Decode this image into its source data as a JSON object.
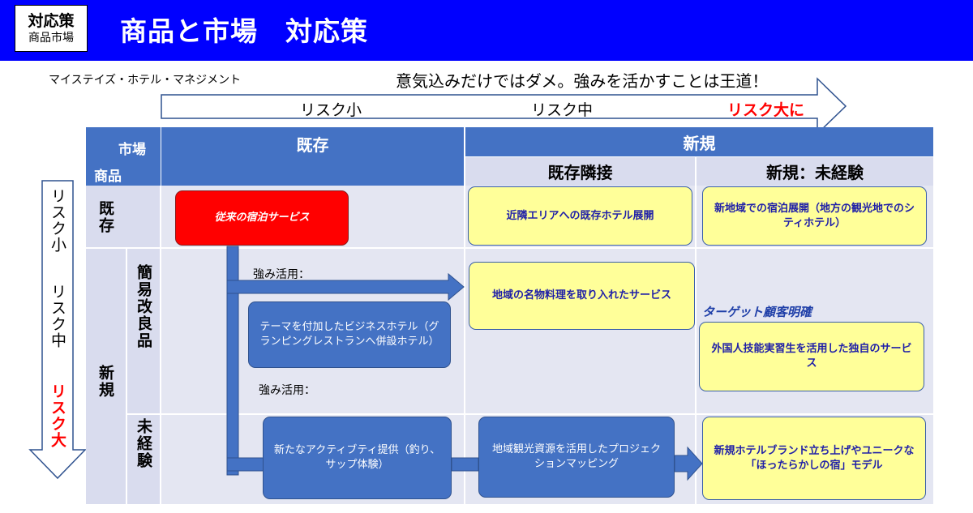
{
  "header": {
    "badge_line1": "対応策",
    "badge_line2": "商品市場",
    "title": "商品と市場　対応策"
  },
  "company": "マイステイズ・ホテル・マネジメント",
  "slogan": "意気込みだけではダメ。強みを活かすことは王道！",
  "risk_axis": {
    "low": "リスク小",
    "mid": "リスク中",
    "high": "リスク大に"
  },
  "vertical_axis": {
    "low": "リスク小",
    "mid": "リスク中",
    "high": "リスク大"
  },
  "table": {
    "corner_market": "市場",
    "corner_product": "商品",
    "col_existing": "既存",
    "col_new": "新規",
    "sub_adjacent": "既存隣接",
    "sub_new_unexp": "新規：未経験",
    "row_existing": "既存",
    "row_new": "新規",
    "row_simple": "簡易改良品",
    "row_unexp": "未経験"
  },
  "boxes": {
    "traditional": "従来の宿泊サービス",
    "nearby_expansion": "近隣エリアへの既存ホテル展開",
    "new_region": "新地域での宿泊展開（地方の観光地でのシティホテル）",
    "local_cuisine": "地域の名物料理を取り入れたサービス",
    "theme_hotel": "テーマを付加したビジネスホテル（グランピングレストランへ併設ホテル）",
    "foreign_trainees": "外国人技能実習生を活用した独自のサービス",
    "activities": "新たなアクティブティ提供（釣り、サップ体験）",
    "projection": "地域観光資源を活用したプロジェクションマッピング",
    "new_brand": "新規ホテルブランド立ち上げやユニークな「ほったらかしの宿」モデル"
  },
  "notes": {
    "strength1": "強み活用：",
    "strength2": "強み活用：",
    "target": "ターゲット顧客明確"
  },
  "colors": {
    "header_bg": "#0000ff",
    "table_header": "#4472c4",
    "table_sub": "#d9dcee",
    "table_body": "#e4e6f2",
    "yellow_box": "#ffff99",
    "blue_box": "#4472c4",
    "red_box": "#ff0000",
    "risk_red": "#ff0000"
  }
}
